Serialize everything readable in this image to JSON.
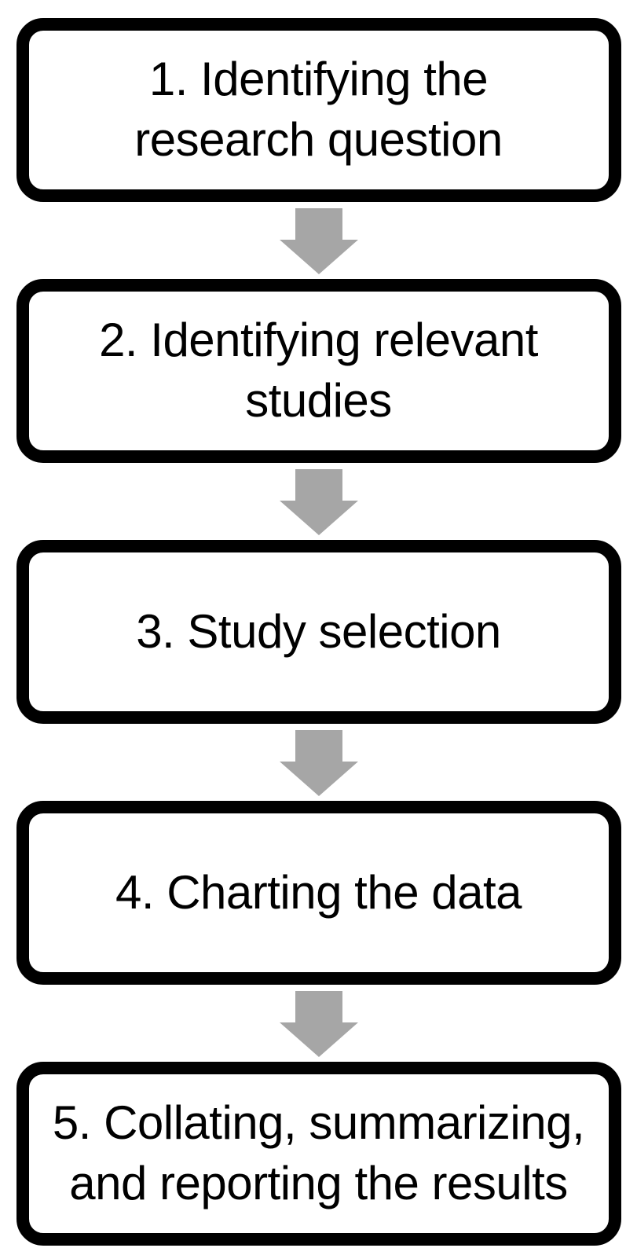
{
  "diagram": {
    "type": "flowchart",
    "direction": "top-down",
    "steps": [
      {
        "label": "1. Identifying the\nresearch question"
      },
      {
        "label": "2. Identifying relevant\nstudies"
      },
      {
        "label": "3. Study selection"
      },
      {
        "label": "4. Charting the data"
      },
      {
        "label": "5. Collating, summarizing,\nand reporting the results"
      }
    ],
    "connectors": [
      {
        "from": 1,
        "to": 2,
        "shape": "block-arrow-down"
      },
      {
        "from": 2,
        "to": 3,
        "shape": "block-arrow-down"
      },
      {
        "from": 3,
        "to": 4,
        "shape": "block-arrow-down"
      },
      {
        "from": 4,
        "to": 5,
        "shape": "block-arrow-down"
      }
    ],
    "colors": {
      "background": "#ffffff",
      "box_fill": "#ffffff",
      "box_border": "#000000",
      "text": "#000000",
      "arrow": "#a6a6a6"
    }
  }
}
